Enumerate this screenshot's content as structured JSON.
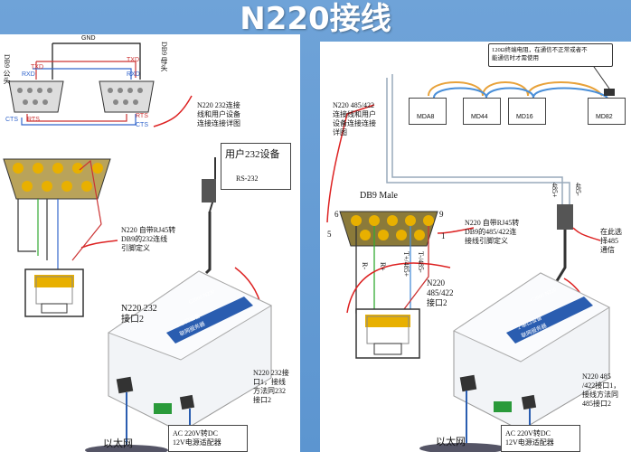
{
  "title": "N220接线",
  "left": {
    "db9_male_label": "DB9 公头",
    "db9_female_label": "DB9 母头",
    "gnd": "GND",
    "txd_l": "TXD",
    "rxd_l": "RXD",
    "rts_l": "RTS",
    "cts_l": "CTS",
    "txd_r": "TXD",
    "rxd_r": "RXD",
    "rts_r": "RTS",
    "cts_r": "CTS",
    "note_232": "N220 232连接\n线和用户设备\n连接连接详图",
    "user_device": "用户232设备",
    "rs232": "RS-232",
    "rj45_note": "N220 自带RJ45转\nDB9的232连线\n引脚定义",
    "port2": "N220 232\n接口2",
    "port1_note": "N220 232接\n口1，接线\n方法同232\n接口2",
    "ethernet": "以太网",
    "power": "AC 220V转DC\n12V电源适配器",
    "device_brand": "C2000 N220",
    "device_text": "2 串口设备\n联网服务器"
  },
  "right": {
    "terminator_note": "120Ω终端电阻，在通信不正常或者不\n能通信时才需使用",
    "bus_note": "N220 485/422\n连接线和用户\n设备连接连接\n详图",
    "node1": "MDA8",
    "node2": "MD44",
    "node3": "MD16",
    "node4": "MD82",
    "db9_male": "DB9 Male",
    "pin6": "6",
    "pin9": "9",
    "pin5": "5",
    "pin1": "1",
    "r_minus": "R-",
    "r_plus": "R+",
    "t_plus": "T+/485+",
    "t_minus": "T-/485-",
    "b485p": "485+",
    "b485m": "485-",
    "rj45_note": "N220 自带RJ45转\nDB9的485/422连\n接线引脚定义",
    "here_note": "在此选\n择485\n通信",
    "port2": "N220\n485/422\n接口2",
    "port1_note": "N220 485\n/422接口1，\n接线方法同\n485接口2",
    "ethernet": "以太网",
    "power": "AC 220V转DC\n12V电源适配器",
    "device_brand": "C2000 N220",
    "device_text": "2 串口设备\n联网服务器"
  }
}
